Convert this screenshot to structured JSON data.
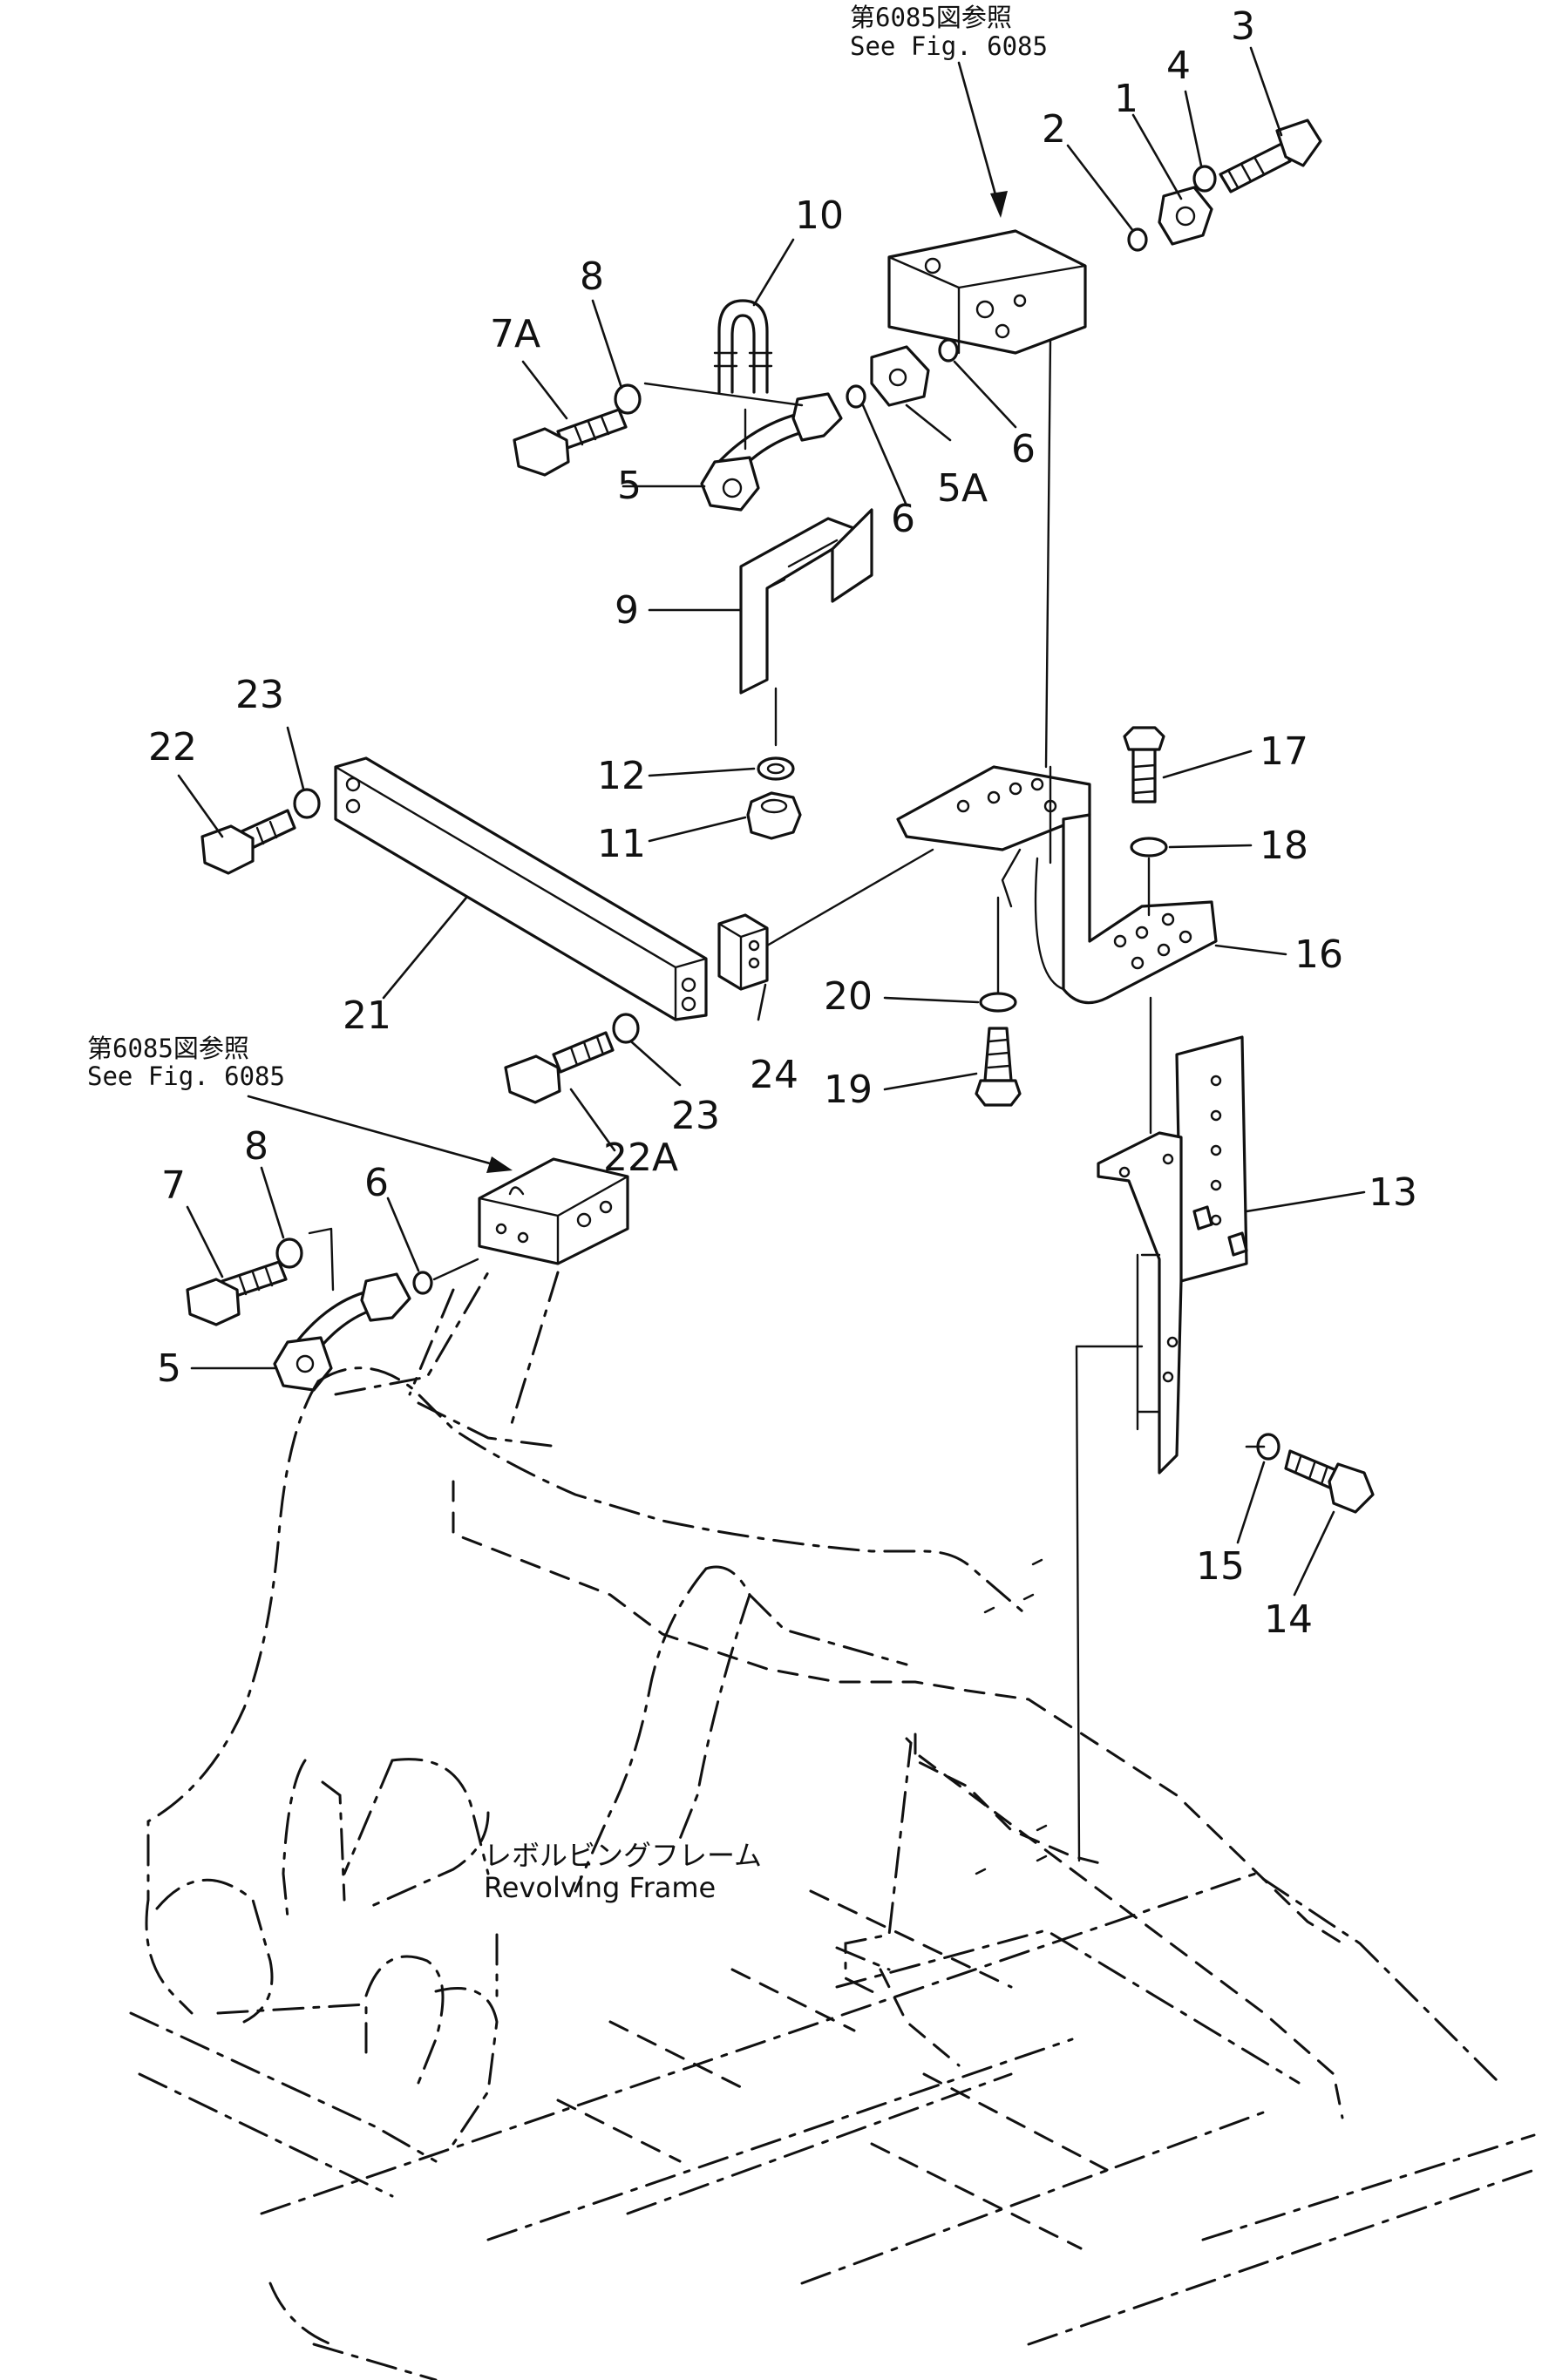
{
  "figure": {
    "callouts": [
      {
        "id": "c1",
        "text": "1"
      },
      {
        "id": "c2",
        "text": "2"
      },
      {
        "id": "c3",
        "text": "3"
      },
      {
        "id": "c4",
        "text": "4"
      },
      {
        "id": "c10",
        "text": "10"
      },
      {
        "id": "c8a",
        "text": "8"
      },
      {
        "id": "c7A",
        "text": "7A"
      },
      {
        "id": "c5a",
        "text": "5"
      },
      {
        "id": "c6a",
        "text": "6"
      },
      {
        "id": "c5A",
        "text": "5A"
      },
      {
        "id": "c6b",
        "text": "6"
      },
      {
        "id": "c9",
        "text": "9"
      },
      {
        "id": "c23a",
        "text": "23"
      },
      {
        "id": "c22",
        "text": "22"
      },
      {
        "id": "c12",
        "text": "12"
      },
      {
        "id": "c11",
        "text": "11"
      },
      {
        "id": "c17",
        "text": "17"
      },
      {
        "id": "c18",
        "text": "18"
      },
      {
        "id": "c16",
        "text": "16"
      },
      {
        "id": "c21",
        "text": "21"
      },
      {
        "id": "c20",
        "text": "20"
      },
      {
        "id": "c24",
        "text": "24"
      },
      {
        "id": "c19",
        "text": "19"
      },
      {
        "id": "c23b",
        "text": "23"
      },
      {
        "id": "c22A",
        "text": "22A"
      },
      {
        "id": "c8b",
        "text": "8"
      },
      {
        "id": "c7",
        "text": "7"
      },
      {
        "id": "c6c",
        "text": "6"
      },
      {
        "id": "c13",
        "text": "13"
      },
      {
        "id": "c5b",
        "text": "5"
      },
      {
        "id": "c15",
        "text": "15"
      },
      {
        "id": "c14",
        "text": "14"
      }
    ],
    "notes": {
      "ref_top_jp": "第6085図参照",
      "ref_top_en": "See  Fig.  6085",
      "ref_mid_jp": "第6085図参照",
      "ref_mid_en": "See  Fig.  6085",
      "frame_jp": "レボルビングフレーム",
      "frame_en": "Revolving  Frame"
    }
  }
}
